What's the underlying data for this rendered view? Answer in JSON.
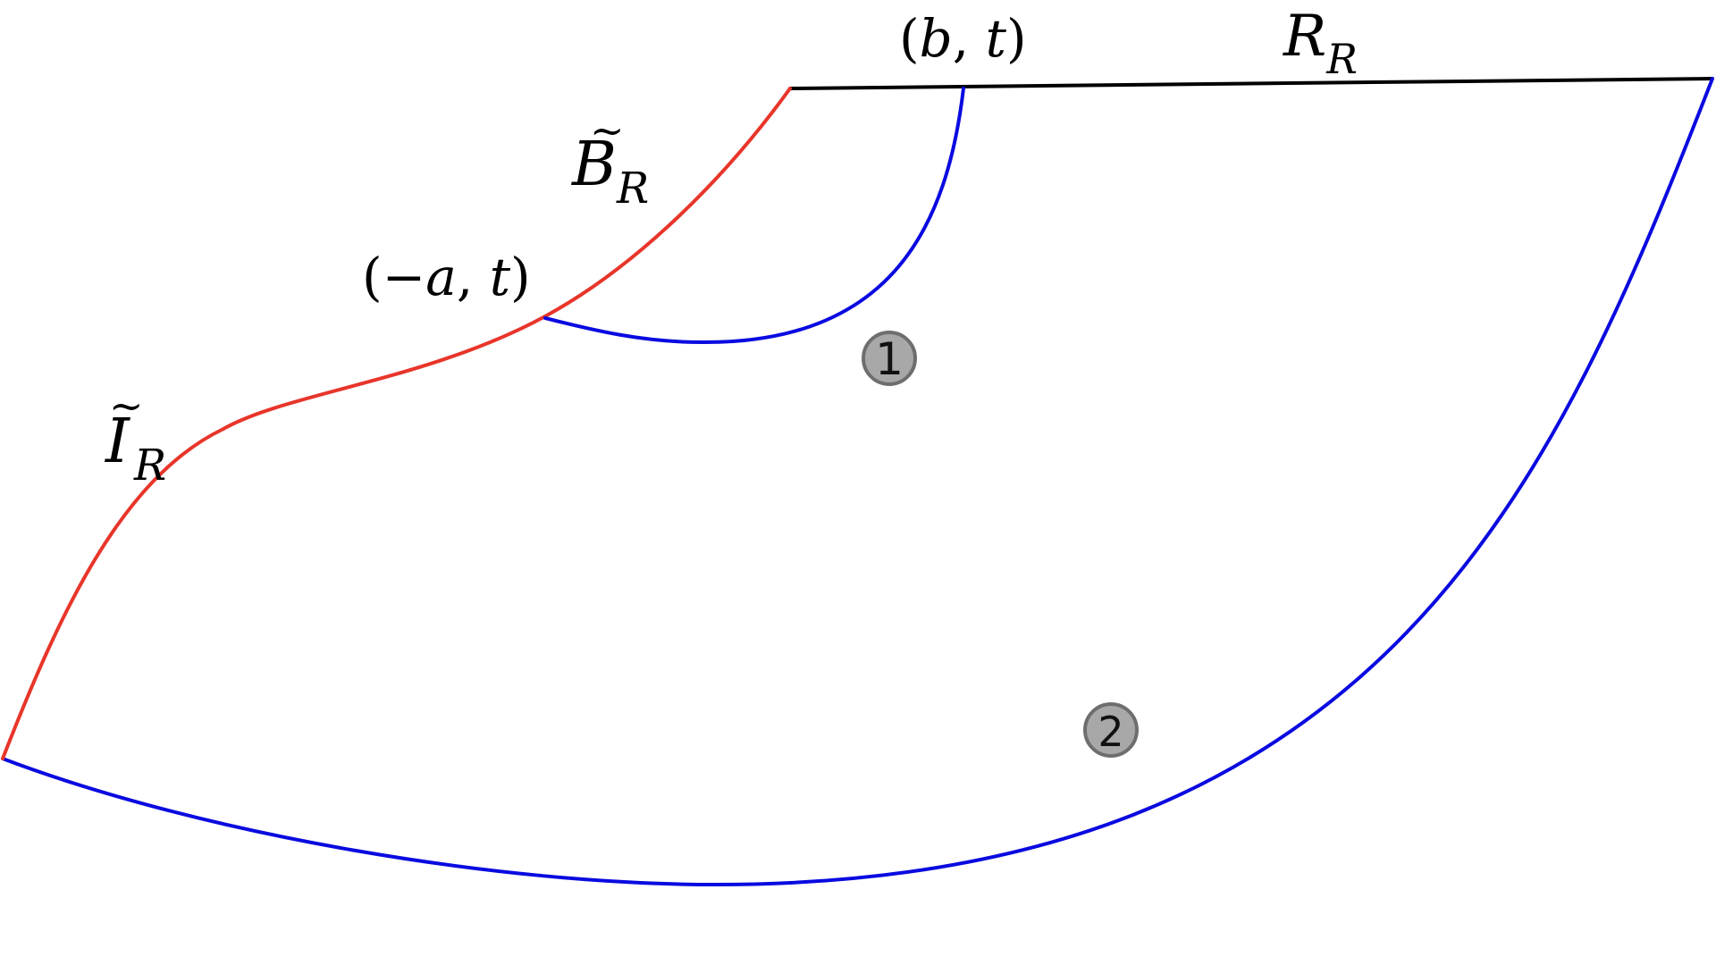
{
  "colors": {
    "red_boundary": "#e8352a",
    "blue_curve": "#0a0ae0",
    "black_boundary": "#000000",
    "marker_fill": "#a8a8a8",
    "marker_stroke": "#6e6e6e"
  },
  "labels": {
    "r_main": "R",
    "r_sub": "R",
    "b_main": "B",
    "b_tilde": "~",
    "b_sub": "R",
    "i_main": "I",
    "i_tilde": "~",
    "i_sub": "R",
    "bt_open": "(",
    "bt_b": "b",
    "bt_comma": ", ",
    "bt_t": "t",
    "bt_close": ")",
    "at_open": "(",
    "at_minus": "−",
    "at_a": "a",
    "at_comma": ", ",
    "at_t": "t",
    "at_close": ")"
  },
  "markers": {
    "region_1": "1",
    "region_2": "2"
  }
}
